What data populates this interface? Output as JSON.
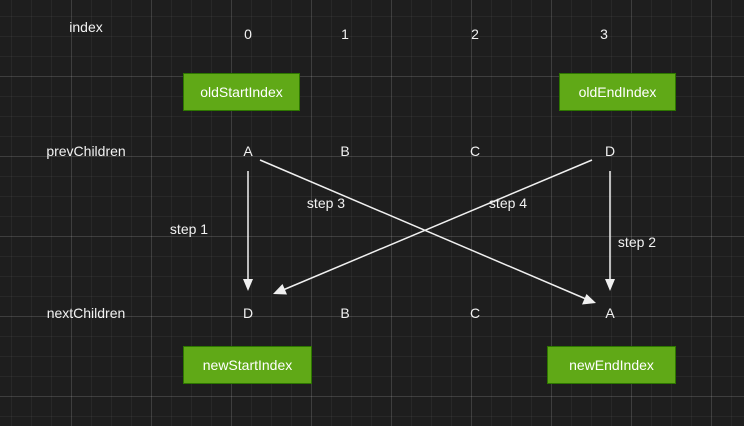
{
  "row_labels": {
    "index": "index",
    "prev": "prevChildren",
    "next": "nextChildren"
  },
  "indices": [
    "0",
    "1",
    "2",
    "3"
  ],
  "prev_children": [
    "A",
    "B",
    "C",
    "D"
  ],
  "next_children": [
    "D",
    "B",
    "C",
    "A"
  ],
  "pointers": {
    "old_start": "oldStartIndex",
    "old_end": "oldEndIndex",
    "new_start": "newStartIndex",
    "new_end": "newEndIndex"
  },
  "steps": {
    "step1": "step 1",
    "step2": "step 2",
    "step3": "step 3",
    "step4": "step 4"
  },
  "colors": {
    "background": "#1e1e1e",
    "box_fill": "#60a917",
    "box_border": "#2d7600",
    "text": "#f2f2f2",
    "arrow": "#f0f0f0"
  }
}
